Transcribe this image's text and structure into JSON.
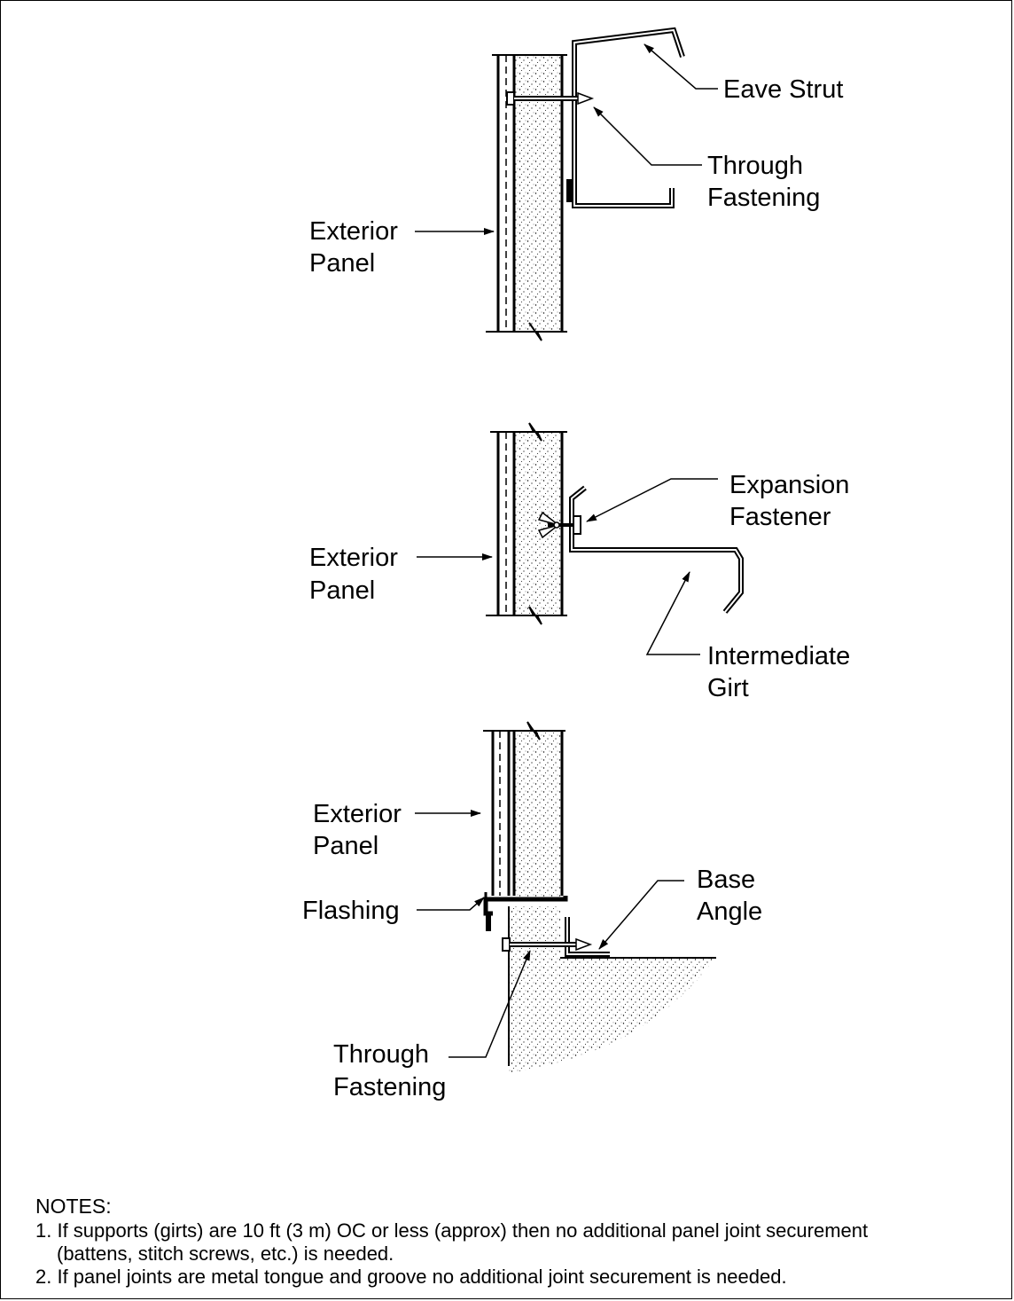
{
  "diagram": {
    "detail_eave": {
      "eave_strut": "Eave Strut",
      "through_fastening_line1": "Through",
      "through_fastening_line2": "Fastening",
      "exterior_panel_line1": "Exterior",
      "exterior_panel_line2": "Panel"
    },
    "detail_girt": {
      "expansion_fastener_line1": "Expansion",
      "expansion_fastener_line2": "Fastener",
      "exterior_panel_line1": "Exterior",
      "exterior_panel_line2": "Panel",
      "intermediate_girt_line1": "Intermediate",
      "intermediate_girt_line2": "Girt"
    },
    "detail_base": {
      "exterior_panel_line1": "Exterior",
      "exterior_panel_line2": "Panel",
      "base_angle_line1": "Base",
      "base_angle_line2": "Angle",
      "flashing": "Flashing",
      "through_fastening_line1": "Through",
      "through_fastening_line2": "Fastening"
    }
  },
  "notes": {
    "heading": "NOTES:",
    "note1_line1": "1. If supports (girts) are 10 ft (3 m) OC or less (approx) then no additional panel joint securement",
    "note1_line2": "(battens, stitch screws, etc.) is needed.",
    "note2": "2. If panel joints are metal tongue and groove no additional joint securement is needed."
  }
}
